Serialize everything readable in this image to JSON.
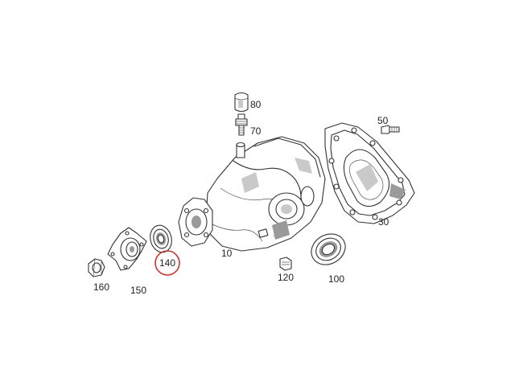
{
  "labels": {
    "p10": "10",
    "p30": "30",
    "p50": "50",
    "p70": "70",
    "p80": "80",
    "p100": "100",
    "p120": "120",
    "p140": "140",
    "p150": "150",
    "p160": "160"
  },
  "highlight": {
    "part": "140",
    "color": "#c0392b"
  }
}
